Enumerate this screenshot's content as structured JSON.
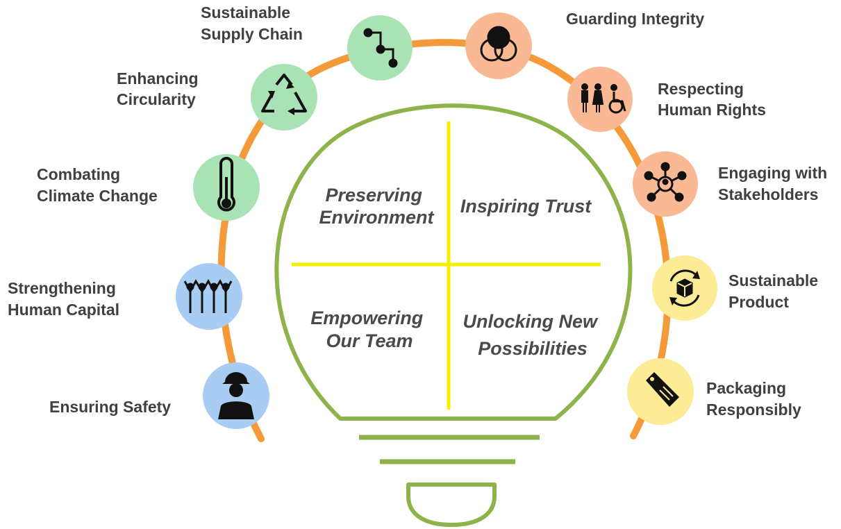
{
  "colors": {
    "arc": "#f59a3a",
    "bulb": "#8db34a",
    "cross": "#f5f000",
    "green_circle": "#a9e3b5",
    "orange_circle": "#f9b995",
    "blue_circle": "#a9cdf2",
    "yellow_circle": "#fbec95",
    "icon": "#111111",
    "label_text": "#404040"
  },
  "quadrants": [
    {
      "lines": [
        "Preserving",
        "Environment"
      ]
    },
    {
      "lines": [
        "Inspiring Trust"
      ]
    },
    {
      "lines": [
        "Empowering",
        "Our Team"
      ]
    },
    {
      "lines": [
        "Unlocking New",
        "Possibilities"
      ]
    }
  ],
  "nodes": [
    {
      "label_lines": [
        "Sustainable",
        "Supply Chain"
      ],
      "icon": "flow-path-icon",
      "color": "#a9e3b5"
    },
    {
      "label_lines": [
        "Enhancing",
        "Circularity"
      ],
      "icon": "recycle-icon",
      "color": "#a9e3b5"
    },
    {
      "label_lines": [
        "Combating",
        "Climate Change"
      ],
      "icon": "thermometer-icon",
      "color": "#a9e3b5"
    },
    {
      "label_lines": [
        "Strengthening",
        "Human Capital"
      ],
      "icon": "team-people-icon",
      "color": "#a9cdf2"
    },
    {
      "label_lines": [
        "Ensuring Safety"
      ],
      "icon": "hard-hat-worker-icon",
      "color": "#a9cdf2"
    },
    {
      "label_lines": [
        "Guarding Integrity"
      ],
      "icon": "venn-circles-icon",
      "color": "#f9b995"
    },
    {
      "label_lines": [
        "Respecting",
        "Human Rights"
      ],
      "icon": "people-accessibility-icon",
      "color": "#f9b995"
    },
    {
      "label_lines": [
        "Engaging with",
        "Stakeholders"
      ],
      "icon": "network-hub-icon",
      "color": "#f9b995"
    },
    {
      "label_lines": [
        "Sustainable",
        "Product"
      ],
      "icon": "box-cycle-icon",
      "color": "#fbec95"
    },
    {
      "label_lines": [
        "Packaging",
        "Responsibly"
      ],
      "icon": "tag-icon",
      "color": "#fbec95"
    }
  ]
}
